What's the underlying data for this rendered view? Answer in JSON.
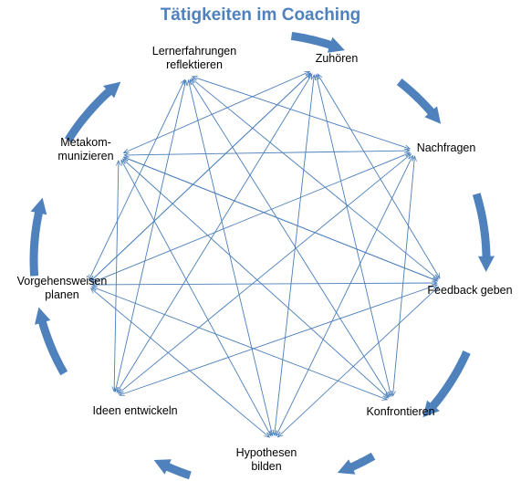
{
  "title": "Tätigkeiten im Coaching",
  "colors": {
    "title": "#4f81bd",
    "edges": "#4a7ebb",
    "cycle_arrows": "#4f81bd",
    "text": "#000000"
  },
  "nodes": [
    {
      "id": "reflektieren",
      "lines": [
        "Lernerfahrungen",
        "reflektieren"
      ]
    },
    {
      "id": "zuhoeren",
      "lines": [
        "Zuhören"
      ]
    },
    {
      "id": "nachfragen",
      "lines": [
        "Nachfragen"
      ]
    },
    {
      "id": "feedback",
      "lines": [
        "Feedback geben"
      ]
    },
    {
      "id": "konfrontieren",
      "lines": [
        "Konfrontieren"
      ]
    },
    {
      "id": "hypothesen",
      "lines": [
        "Hypothesen",
        "bilden"
      ]
    },
    {
      "id": "ideen",
      "lines": [
        "Ideen entwickeln"
      ]
    },
    {
      "id": "vorgehen",
      "lines": [
        "Vorgehensweisen",
        "planen"
      ]
    },
    {
      "id": "meta",
      "lines": [
        "Metakom-",
        "munizieren"
      ]
    }
  ],
  "cycle_order": [
    "reflektieren",
    "zuhoeren",
    "nachfragen",
    "feedback",
    "konfrontieren",
    "hypothesen",
    "ideen",
    "vorgehen",
    "meta"
  ],
  "edges": [
    [
      "reflektieren",
      "nachfragen"
    ],
    [
      "reflektieren",
      "feedback"
    ],
    [
      "reflektieren",
      "konfrontieren"
    ],
    [
      "reflektieren",
      "hypothesen"
    ],
    [
      "reflektieren",
      "ideen"
    ],
    [
      "reflektieren",
      "vorgehen"
    ],
    [
      "zuhoeren",
      "meta"
    ],
    [
      "zuhoeren",
      "vorgehen"
    ],
    [
      "zuhoeren",
      "ideen"
    ],
    [
      "zuhoeren",
      "hypothesen"
    ],
    [
      "zuhoeren",
      "konfrontieren"
    ],
    [
      "zuhoeren",
      "feedback"
    ],
    [
      "nachfragen",
      "meta"
    ],
    [
      "nachfragen",
      "vorgehen"
    ],
    [
      "nachfragen",
      "ideen"
    ],
    [
      "nachfragen",
      "hypothesen"
    ],
    [
      "nachfragen",
      "konfrontieren"
    ],
    [
      "feedback",
      "meta"
    ],
    [
      "feedback",
      "vorgehen"
    ],
    [
      "feedback",
      "ideen"
    ],
    [
      "feedback",
      "hypothesen"
    ],
    [
      "konfrontieren",
      "meta"
    ],
    [
      "konfrontieren",
      "vorgehen"
    ],
    [
      "hypothesen",
      "meta"
    ],
    [
      "hypothesen",
      "vorgehen"
    ],
    [
      "ideen",
      "meta"
    ],
    [
      "meta",
      "feedback"
    ],
    [
      "vorgehen",
      "zuhoeren"
    ]
  ]
}
